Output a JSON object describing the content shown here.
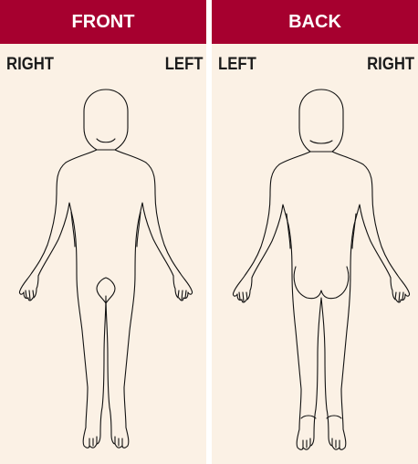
{
  "panels": {
    "front": {
      "title": "FRONT",
      "label_left": "RIGHT",
      "label_right": "LEFT"
    },
    "back": {
      "title": "BACK",
      "label_left": "LEFT",
      "label_right": "RIGHT"
    }
  },
  "colors": {
    "header": "#a6002f",
    "panel_background": "#fbf1e5",
    "outline": "#111111"
  }
}
